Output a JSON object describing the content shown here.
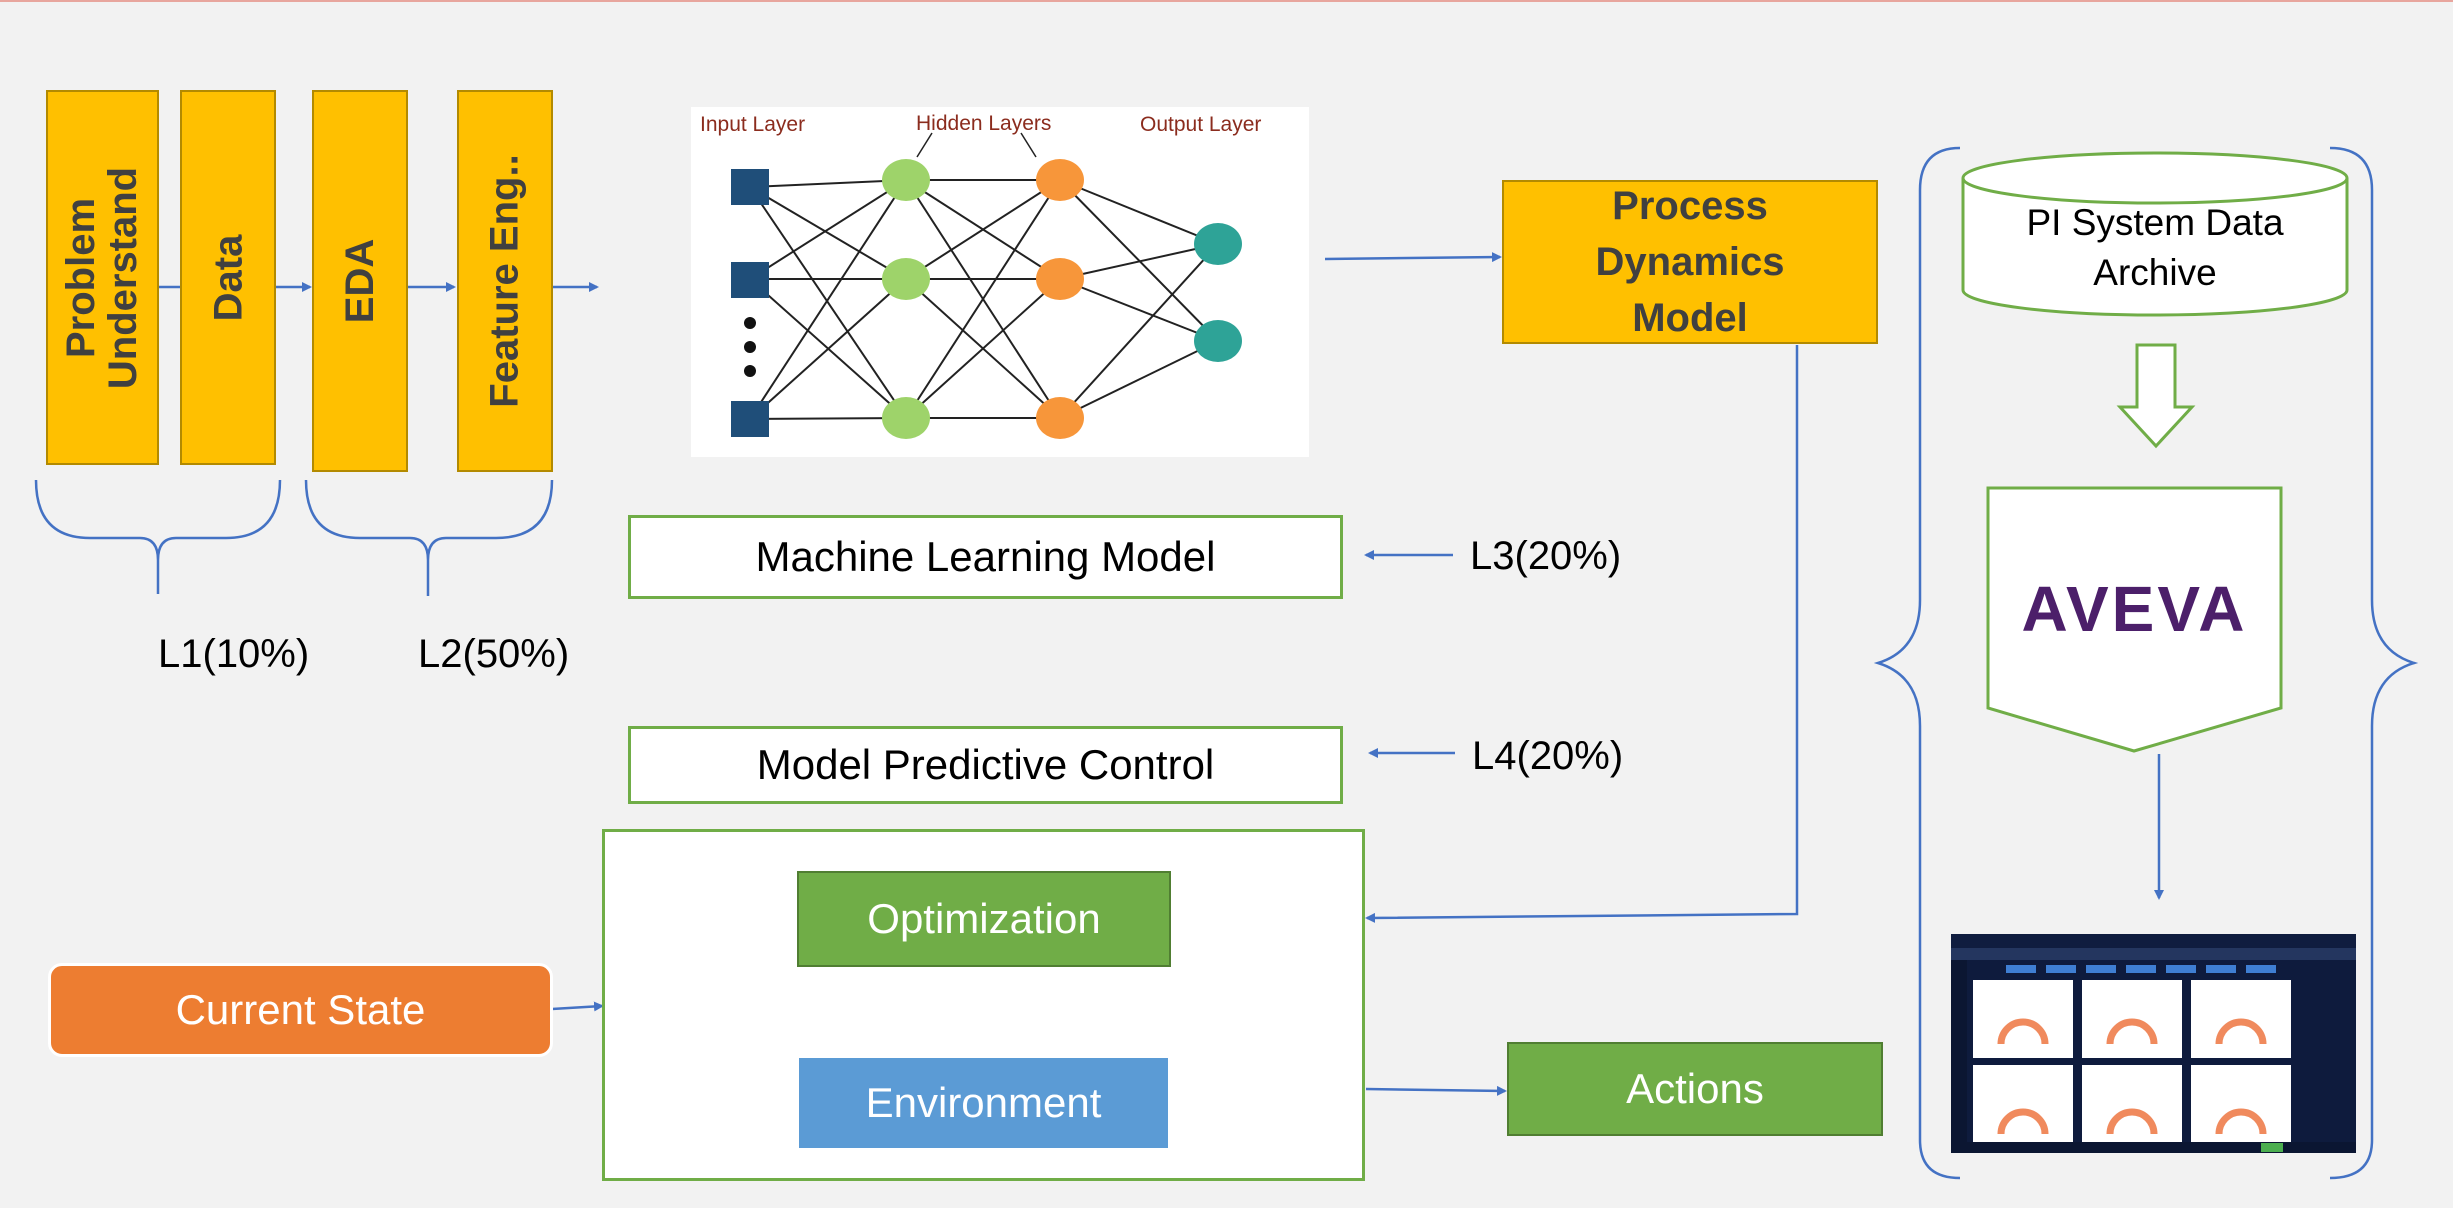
{
  "pipeline": {
    "problem": "Problem\nUnderstand",
    "data": "Data",
    "eda": "EDA",
    "feature": "Feature Eng.."
  },
  "levels": {
    "l1": "L1(10%)",
    "l2": "L2(50%)",
    "l3": "L3(20%)",
    "l4": "L4(20%)"
  },
  "neural_net": {
    "input_layer": "Input Layer",
    "hidden_layers": "Hidden Layers",
    "output_layer": "Output Layer"
  },
  "process_dynamics": "Process\nDynamics\nModel",
  "ml_model": "Machine Learning Model",
  "mpc": "Model Predictive Control",
  "optimization": "Optimization",
  "environment": "Environment",
  "current_state": "Current State",
  "actions": "Actions",
  "pi_archive": "PI System Data\nArchive",
  "aveva": "AVEVA",
  "colors": {
    "yellow": "#ffc000",
    "green": "#70ad47",
    "blue": "#5b9bd5",
    "orange": "#ed7d31",
    "arrow": "#4472c4",
    "aveva_purple": "#4c1f6a"
  }
}
